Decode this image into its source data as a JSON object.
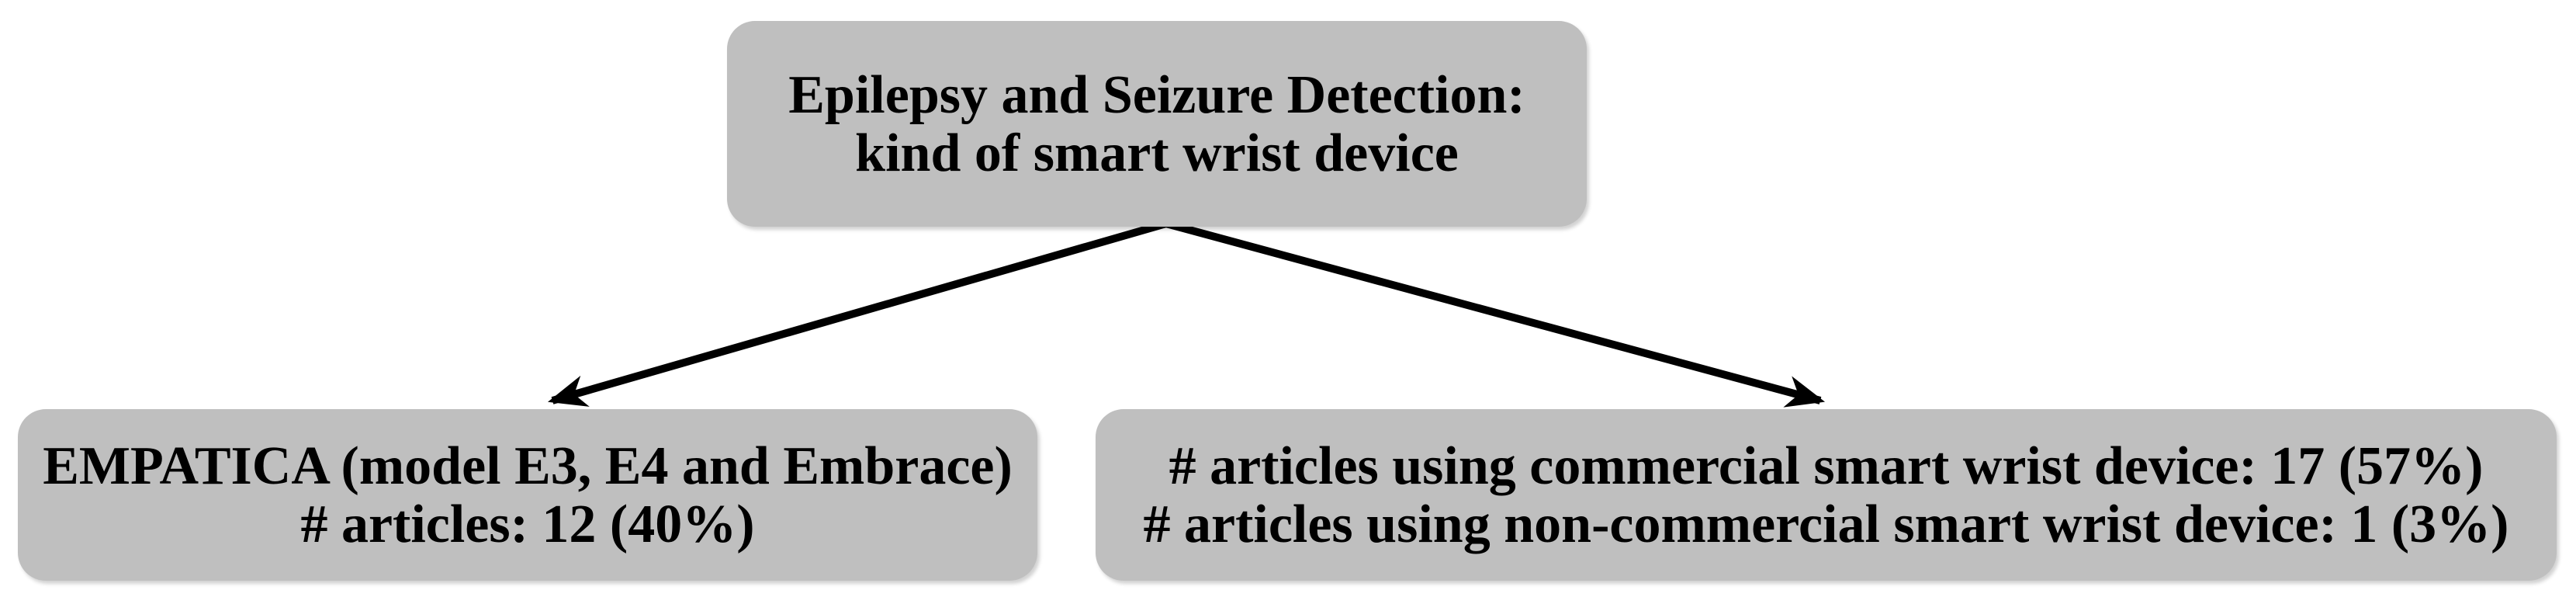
{
  "figure": {
    "type": "flowchart",
    "description": "Breakdown of articles on epilepsy and seizure detection by kind of smart wrist device",
    "root_node": {
      "line1": "Epilepsy and Seizure Detection:",
      "line2": "kind of smart wrist device"
    },
    "left_node": {
      "line1": "EMPATICA (model E3, E4 and Embrace)",
      "line2": "# articles: 12 (40%)"
    },
    "right_node": {
      "line1": "# articles using commercial smart wrist device: 17 (57%)",
      "line2": "# articles using non-commercial smart wrist device: 1 (3%)"
    },
    "edges": [
      {
        "from": "root_node",
        "to": "left_node"
      },
      {
        "from": "root_node",
        "to": "right_node"
      }
    ],
    "stats": {
      "empatica_articles": 12,
      "empatica_pct": 40,
      "commercial_articles": 17,
      "commercial_pct": 57,
      "non_commercial_articles": 1,
      "non_commercial_pct": 3
    }
  },
  "colors": {
    "background": "#ffffff",
    "box_fill": "#bfbfbf",
    "text_color": "#000000",
    "arrow_color": "#000000"
  }
}
